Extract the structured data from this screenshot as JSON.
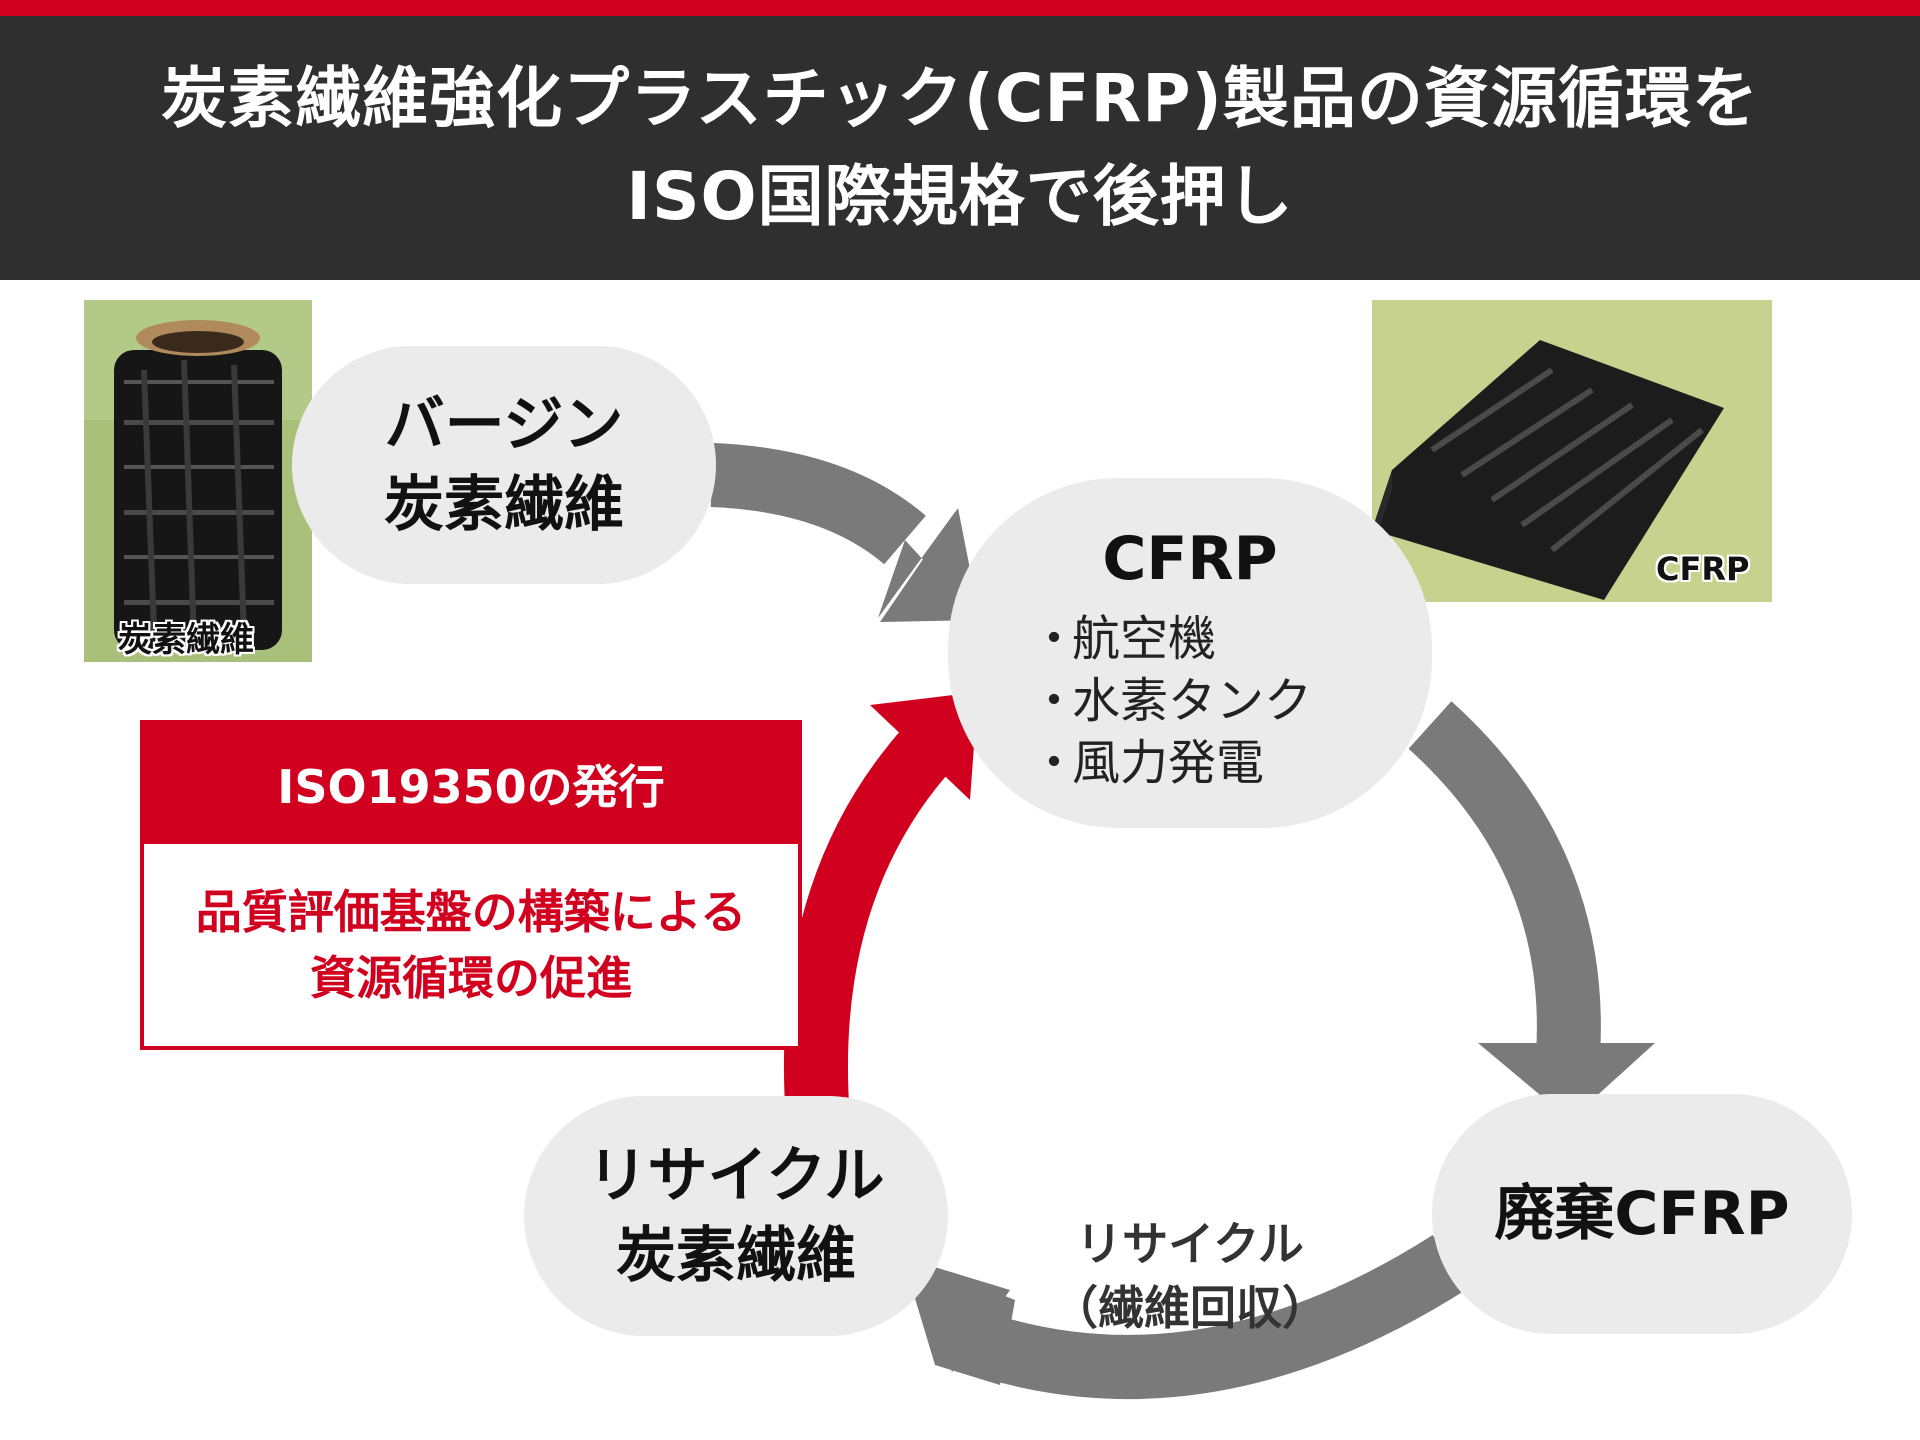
{
  "colors": {
    "accent": "#d2001f",
    "header_bg": "#2f2f2f",
    "node_bg": "#ebebeb",
    "arrow_gray": "#7a7a7a"
  },
  "header": {
    "title_line1": "炭素繊維強化プラスチック(CFRP)製品の資源循環を",
    "title_line2": "ISO国際規格で後押し"
  },
  "nodes": {
    "virgin": {
      "line1": "バージン",
      "line2": "炭素繊維"
    },
    "cfrp": {
      "title": "CFRP",
      "bullet": "・",
      "items": [
        "航空機",
        "水素タンク",
        "風力発電"
      ]
    },
    "waste": {
      "label": "廃棄CFRP"
    },
    "recycled": {
      "line1": "リサイクル",
      "line2": "炭素繊維"
    }
  },
  "photos": {
    "fiber_caption": "炭素繊維",
    "cfrp_caption": "CFRP"
  },
  "iso_box": {
    "heading": "ISO19350の発行",
    "body_line1": "品質評価基盤の構築による",
    "body_line2": "資源循環の促進"
  },
  "recycle_arrow_label": {
    "line1": "リサイクル",
    "line2": "（繊維回収）"
  }
}
